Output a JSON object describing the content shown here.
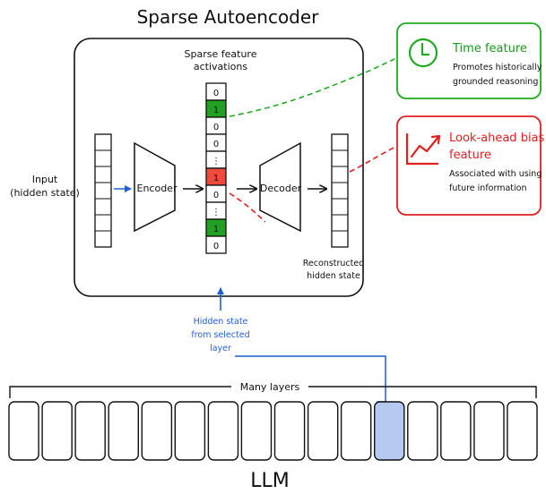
{
  "title": "Sparse Autoencoder",
  "activations_label": [
    "Sparse feature",
    "activations"
  ],
  "input_label": [
    "Input",
    "(hidden state)"
  ],
  "encoder_label": "Encoder",
  "decoder_label": "Decoder",
  "reconstructed_label": [
    "Reconstructed",
    "hidden state"
  ],
  "hidden_state_label": [
    "Hidden state",
    "from selected",
    "layer"
  ],
  "many_layers_label": "Many layers",
  "llm_label": "LLM",
  "activations": [
    "0",
    "1",
    "0",
    "0",
    "⋮",
    "1",
    "0",
    "⋮",
    "1",
    "0"
  ],
  "active_colors": {
    "1": "#22a022",
    "5": "#ef4a3c",
    "8": "#22a022"
  },
  "time_feature": {
    "title": "Time feature",
    "desc": [
      "Promotes historically",
      "grounded reasoning"
    ],
    "icon": "clock-icon",
    "color": "#22aa22"
  },
  "lookahead_feature": {
    "title": [
      "Look-ahead bias",
      "feature"
    ],
    "desc": [
      "Associated with using",
      "future information"
    ],
    "icon": "trend-up-chart-icon",
    "color": "#e02020"
  },
  "llm_layer_count": 16,
  "selected_layer_index": 11,
  "selected_layer_color": "#b6c9f0",
  "highlight_colors": {
    "blue": "#1f5fd6",
    "green": "#1a9a1a",
    "red": "#e02020"
  }
}
